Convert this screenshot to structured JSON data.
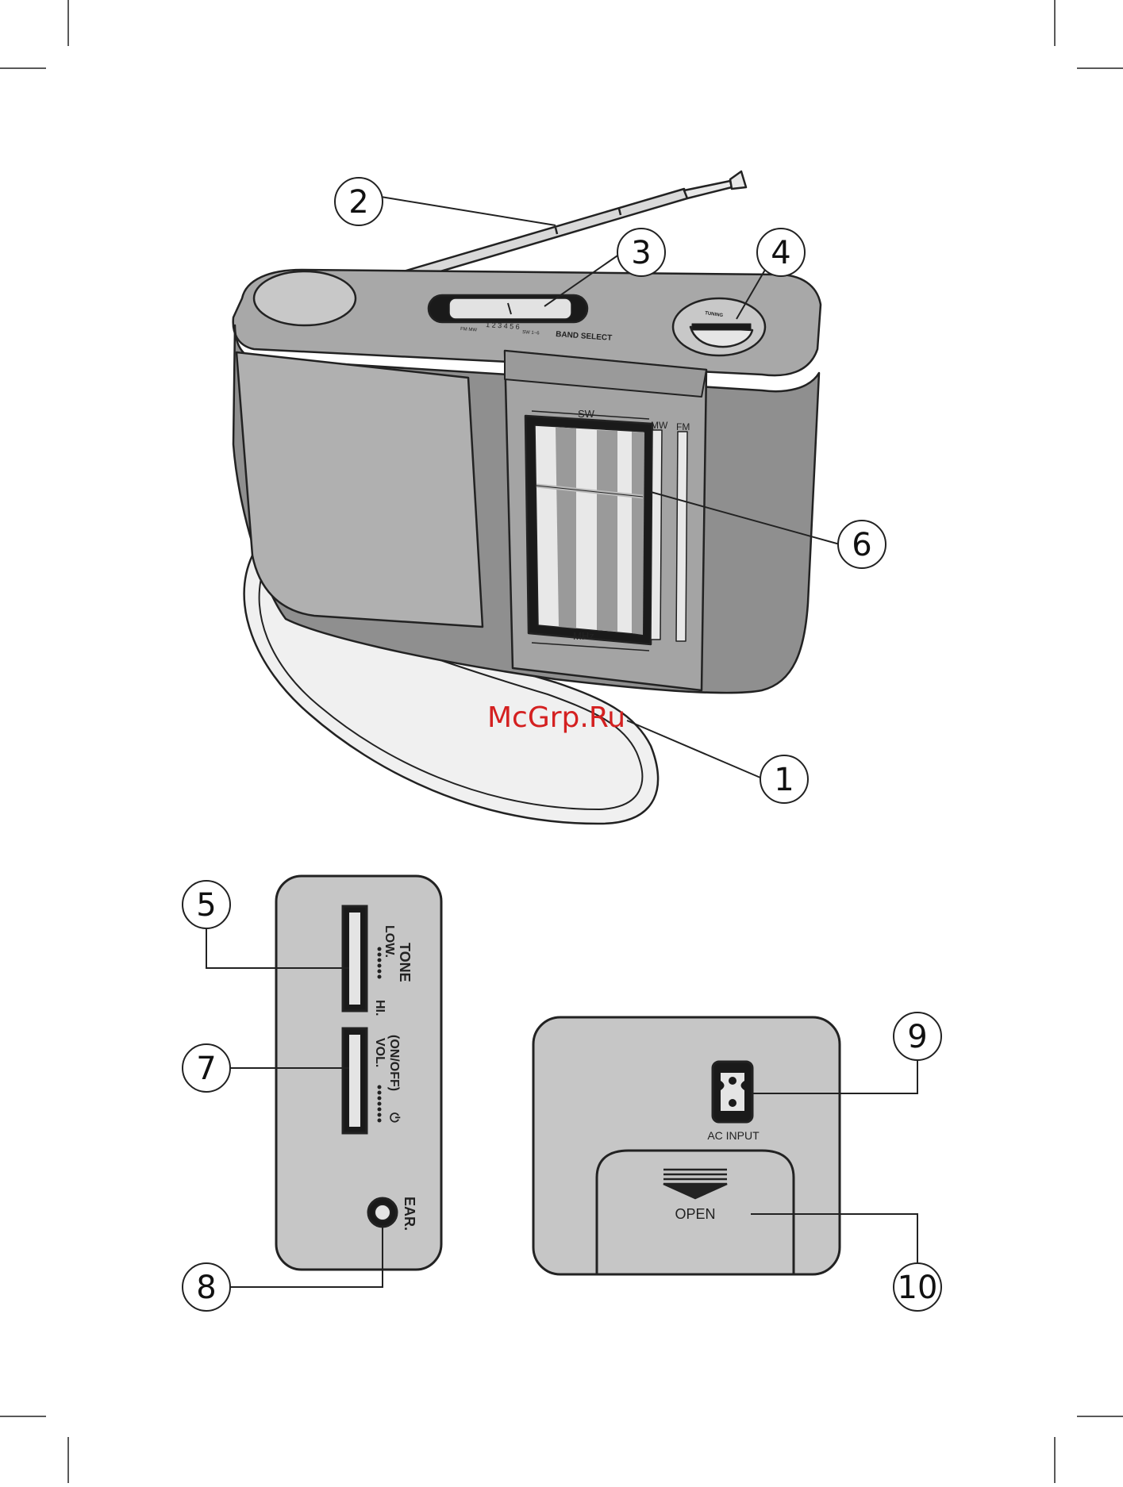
{
  "watermark": "McGrp.Ru",
  "callouts": [
    "1",
    "2",
    "3",
    "4",
    "5",
    "6",
    "7",
    "8",
    "9",
    "10"
  ],
  "radio": {
    "band_select_label": "BAND SELECT",
    "band_scale_numbers": "1 2 3 4 5 6",
    "band_scale_left": "FM  MW",
    "band_scale_right": "SW 1~6",
    "tuning_label": "TUNING",
    "dial": {
      "sw_label": "SW",
      "mw_label": "MW",
      "fm_label": "FM",
      "unit_label": "MHz"
    }
  },
  "side_panel": {
    "tone_low": "LOW.",
    "tone_label": "TONE",
    "tone_hi": "HI.",
    "vol_label": "VOL.",
    "on_off_label": "(ON/OFF)",
    "power_symbol": "⏻",
    "ear_label": "EAR."
  },
  "back_panel": {
    "ac_input_label": "AC INPUT",
    "open_label": "OPEN"
  },
  "colors": {
    "body_gray": "#8f8f8f",
    "panel_gray": "#a4a4a4",
    "light_gray": "#c8c8c8",
    "pale_gray": "#e6e6e6",
    "outline": "#222222",
    "watermark": "#d42020"
  }
}
